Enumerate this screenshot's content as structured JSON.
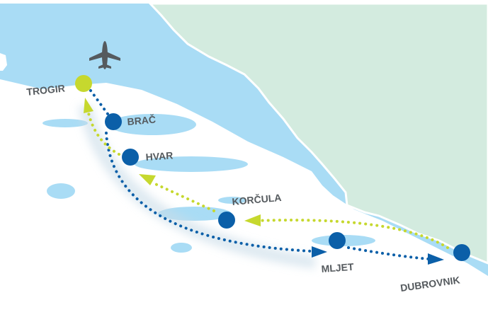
{
  "colors": {
    "sea": "#a9dcf5",
    "mainland": "#d3ebdf",
    "coast_land": "#ffffff",
    "stop": "#0b5fa8",
    "start": "#c6d82e",
    "route_out": "#0b5fa8",
    "route_back": "#c6d82e",
    "label": "#555a5e",
    "plane": "#555a5e"
  },
  "airport_icon": "airplane-icon",
  "places": {
    "trogir": "TROGIR",
    "brac": "BRAČ",
    "hvar": "HVAR",
    "korcula": "KORČULA",
    "mljet": "MLJET",
    "dubrovnik": "DUBROVNIK"
  }
}
